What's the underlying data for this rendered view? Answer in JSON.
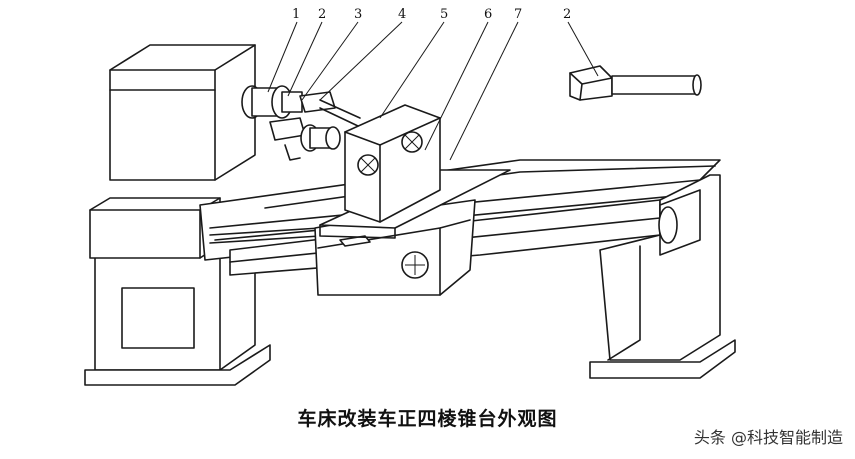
{
  "caption": "车床改装车正四棱锥台外观图",
  "watermark": "头条 @科技智能制造",
  "callouts": [
    "1",
    "2",
    "3",
    "4",
    "5",
    "6",
    "7"
  ],
  "tool_callout": "2"
}
